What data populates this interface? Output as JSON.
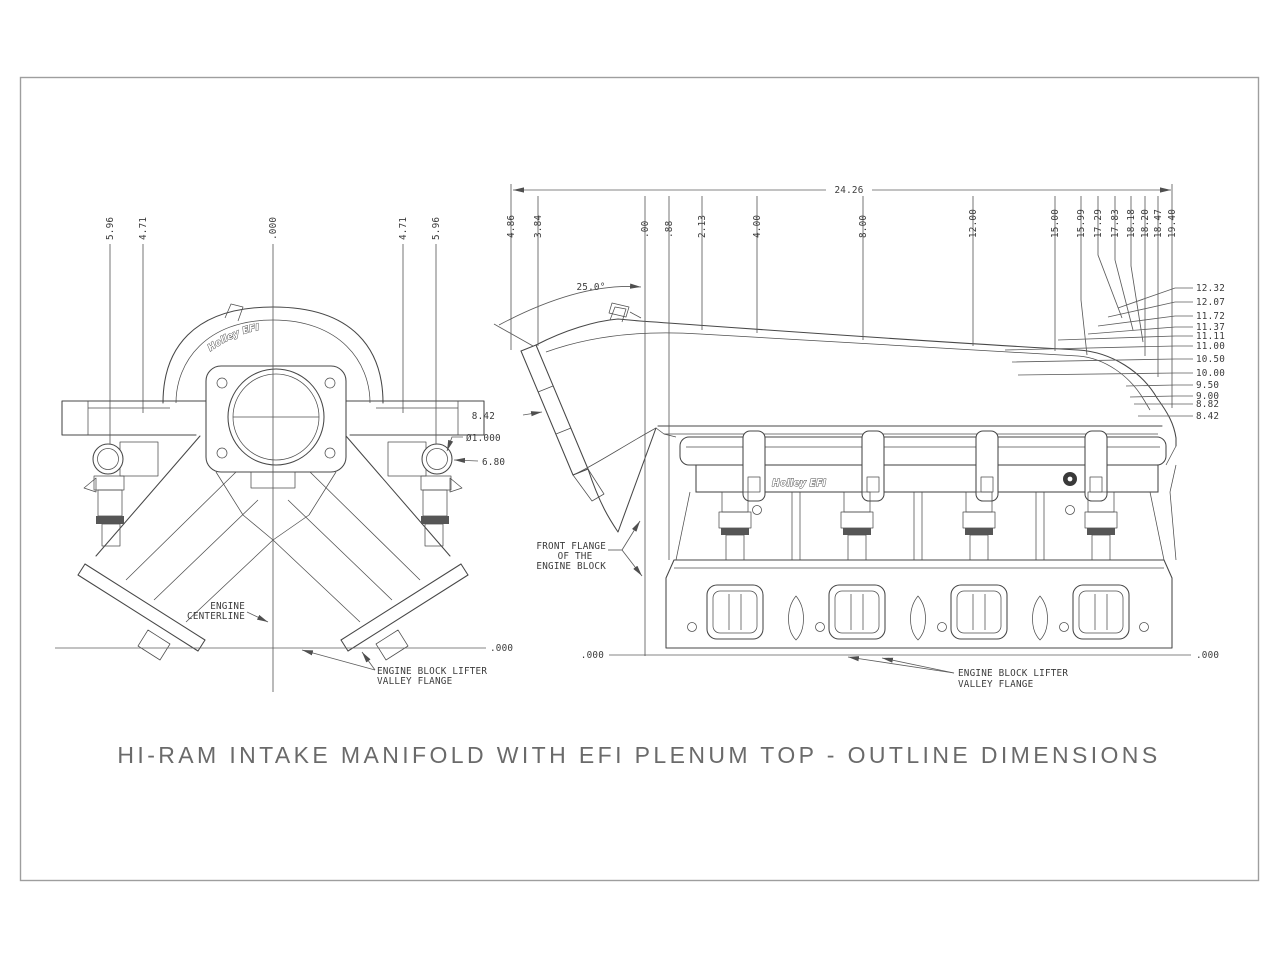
{
  "title": "HI-RAM INTAKE MANIFOLD WITH EFI PLENUM TOP - OUTLINE DIMENSIONS",
  "front_view": {
    "logo": "Holley EFI",
    "top_dims": [
      "5.96",
      "4.71",
      ".000",
      "4.71",
      "5.96"
    ],
    "throttle_bore_dia": "Ø1.000",
    "rail_dim": "6.80",
    "centerline_label": [
      "ENGINE",
      "CENTERLINE"
    ],
    "valley_label": [
      "ENGINE BLOCK LIFTER",
      "VALLEY FLANGE"
    ],
    "datum": ".000"
  },
  "side_view": {
    "logo": "Holley EFI",
    "overall_dim": "24.26",
    "top_dims": [
      "4.86",
      "3.84",
      ".00",
      ".88",
      "2.13",
      "4.00",
      "8.00",
      "12.00",
      "15.00",
      "15.99",
      "17.29",
      "17.83",
      "18.18",
      "18.20",
      "18.47",
      "19.40"
    ],
    "height_dims": [
      "12.32",
      "12.07",
      "11.72",
      "11.37",
      "11.11",
      "11.00",
      "10.50",
      "10.00",
      "9.50",
      "9.00",
      "8.82",
      "8.42"
    ],
    "angle_dim": "25.0°",
    "flange_dim": "8.42",
    "front_flange_label": [
      "FRONT FLANGE",
      "OF THE",
      "ENGINE BLOCK"
    ],
    "valley_label": [
      "ENGINE BLOCK LIFTER",
      "VALLEY FLANGE"
    ],
    "datum_left": ".000",
    "datum_right": ".000"
  }
}
